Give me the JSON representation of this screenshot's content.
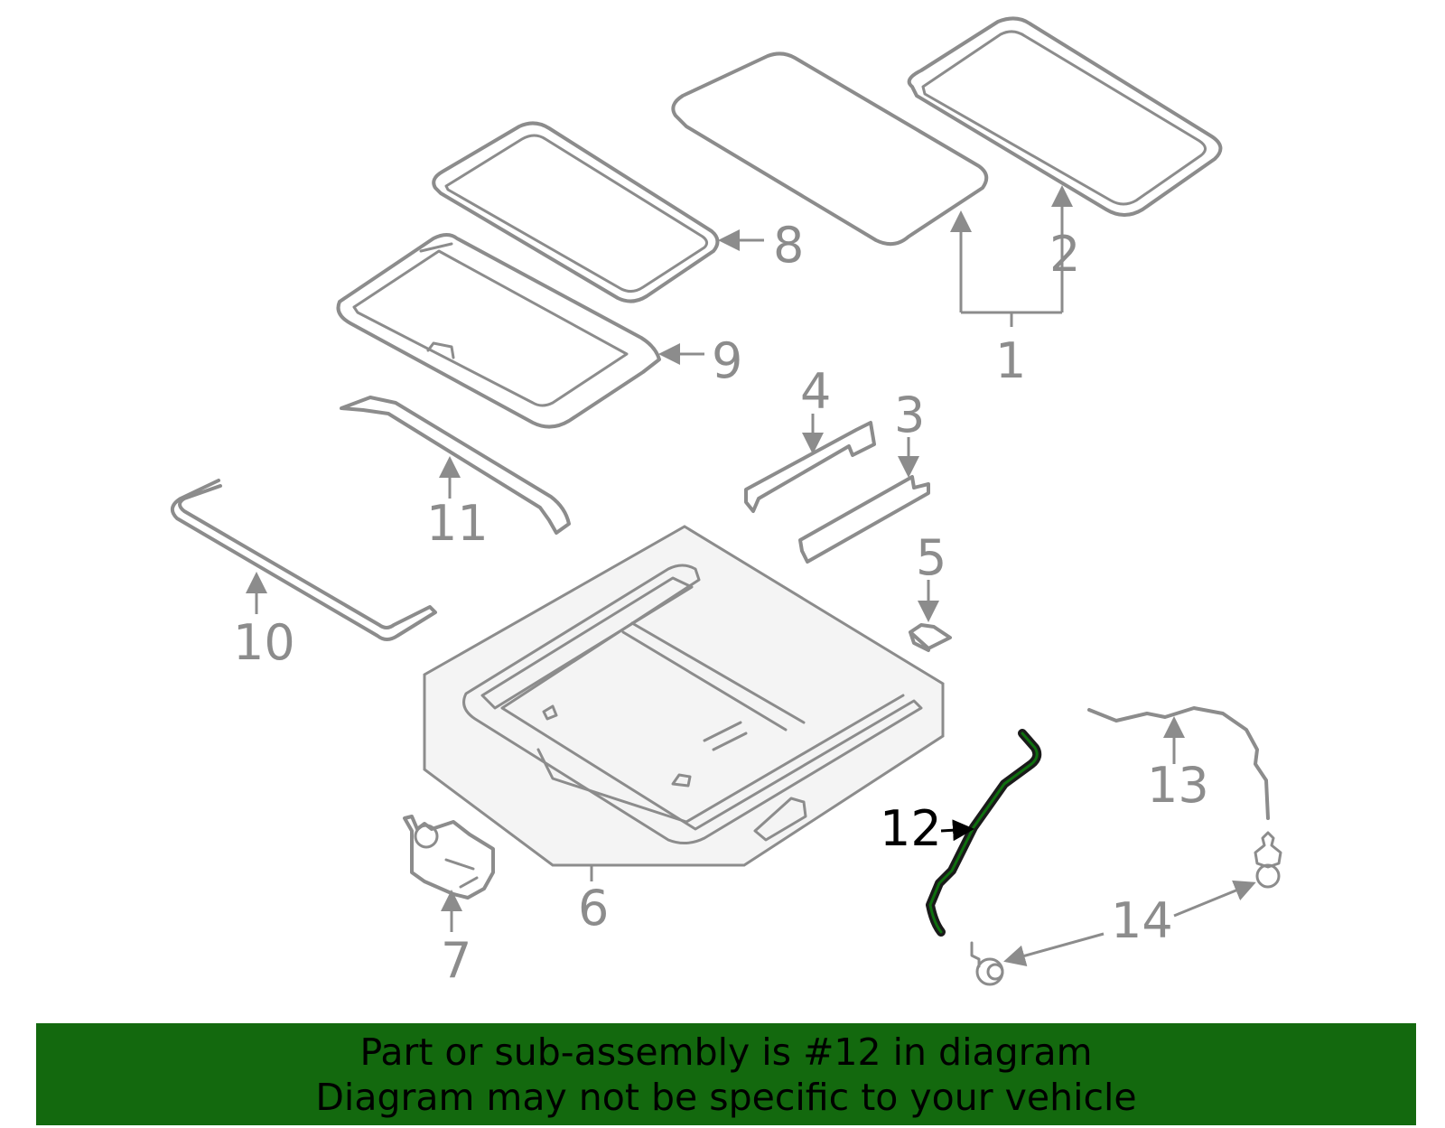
{
  "callouts": {
    "c1": "1",
    "c2": "2",
    "c3": "3",
    "c4": "4",
    "c5": "5",
    "c6": "6",
    "c7": "7",
    "c8": "8",
    "c9": "9",
    "c10": "10",
    "c11": "11",
    "c12": "12",
    "c13": "13",
    "c14": "14"
  },
  "highlighted_part": "12",
  "banner": {
    "line1": "Part or sub-assembly is #12 in diagram",
    "line2": "Diagram may not be specific to your vehicle"
  },
  "colors": {
    "banner_bg": "#13690e",
    "banner_text": "#000000",
    "part_outline": "#8c8c8c",
    "highlight_stroke": "#0e6f0e",
    "highlight_label": "#000000"
  }
}
